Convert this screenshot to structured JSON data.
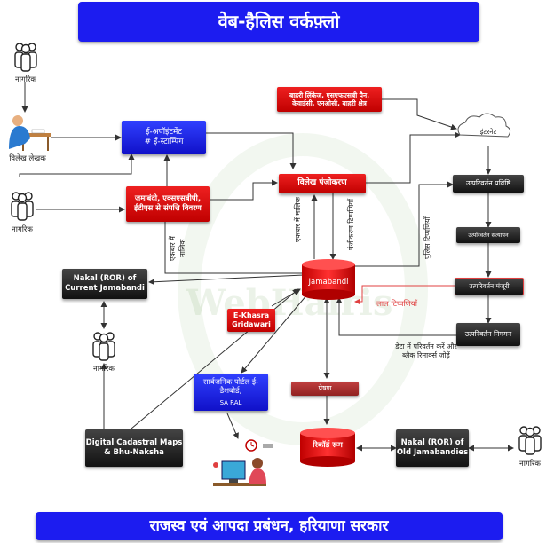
{
  "title": "वेब-हैलिस वर्कफ़्लो",
  "footer": "राजस्व एवं आपदा प्रबंधन, हरियाणा सरकार",
  "nodes": {
    "eappointment": "ई-अपॉइंटमेंट",
    "eappointment_sub": "# ई-स्टाम्पिंग",
    "jamabandi_checks": "जमाबंदी, एक्सएसबीपी, ईटीएस से संपत्ति विवरण",
    "external_links": "बाहरी लिंकेज, एसएफएसबी पैन, केवाईसी, एनओसी, बाहरी क्षेत्र",
    "internet": "इंटरनेट",
    "vilekh_panjikaran": "विलेख पंजीकरण",
    "jamabandi": "Jamabandi",
    "nakal_current": "Nakal (ROR) of Current Jamabandi",
    "ekhasra": "E-Khasra Gridawari",
    "sarvajanik_portal": "सार्वजनिक पोर्टल ई-डैशबोर्ड,",
    "sa_ral": "SA RAL",
    "preshan": "प्रेषण",
    "record_room": "रिकॉर्ड रूम",
    "nakal_old": "Nakal (ROR) of Old Jamabandies",
    "digital_cadastral": "Digital Cadastral Maps & Bhu-Naksha",
    "mutation_entry": "उत्परिवर्तन प्रविष्टि",
    "mutation_approval": "उत्परिवर्तन सत्यापन",
    "mutation_sanction": "उत्परिवर्तन मंजूरी",
    "mutation_out": "उत्परिवर्तन निगमन"
  },
  "people": {
    "citizen": "नागरिक",
    "deed_writer": "विलेख लेखक"
  },
  "edge_labels": {
    "ekaar_malik1": "एकबार में मालिक",
    "ekaar_malik2": "एकबार में मालिक",
    "panjikaran_tippaniyan": "पंजीकरण टिप्पणियाँ",
    "police_tippaniyan": "पुलिस टिप्पणियाँ",
    "lal_tippaniyan": "लाल टिप्पणियाँ",
    "data_change": "डेटा में परिवर्तन करें और ब्लैक रिमार्क्स जोड़ें"
  },
  "colors": {
    "banner": "#1c1cf0",
    "red": "#d00000",
    "blue": "#1f2ef0",
    "black": "#222222"
  }
}
